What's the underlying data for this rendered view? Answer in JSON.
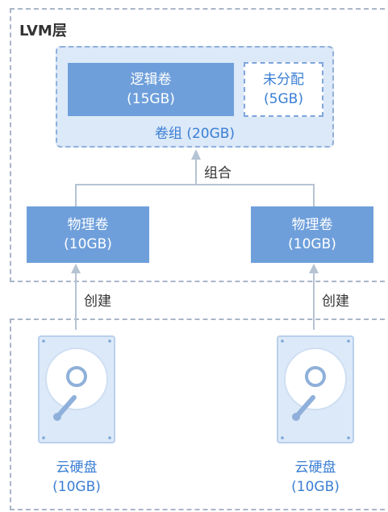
{
  "lvm_layer": {
    "title": "LVM层"
  },
  "volume_group": {
    "label": "卷组 (20GB)",
    "logical_volume": {
      "name": "逻辑卷",
      "size": "(15GB)"
    },
    "unallocated": {
      "name": "未分配",
      "size": "(5GB)"
    }
  },
  "operations": {
    "combine": "组合",
    "create_left": "创建",
    "create_right": "创建"
  },
  "physical_volumes": [
    {
      "name": "物理卷",
      "size": "(10GB)"
    },
    {
      "name": "物理卷",
      "size": "(10GB)"
    }
  ],
  "cloud_disks": [
    {
      "name": "云硬盘",
      "size": "(10GB)"
    },
    {
      "name": "云硬盘",
      "size": "(10GB)"
    }
  ],
  "colors": {
    "block_fill": "#6e9fdb",
    "group_fill": "#dce9f8",
    "accent_text": "#3a7ed4",
    "region_border": "#a9b6c8",
    "arrow": "#b5c3d3"
  }
}
